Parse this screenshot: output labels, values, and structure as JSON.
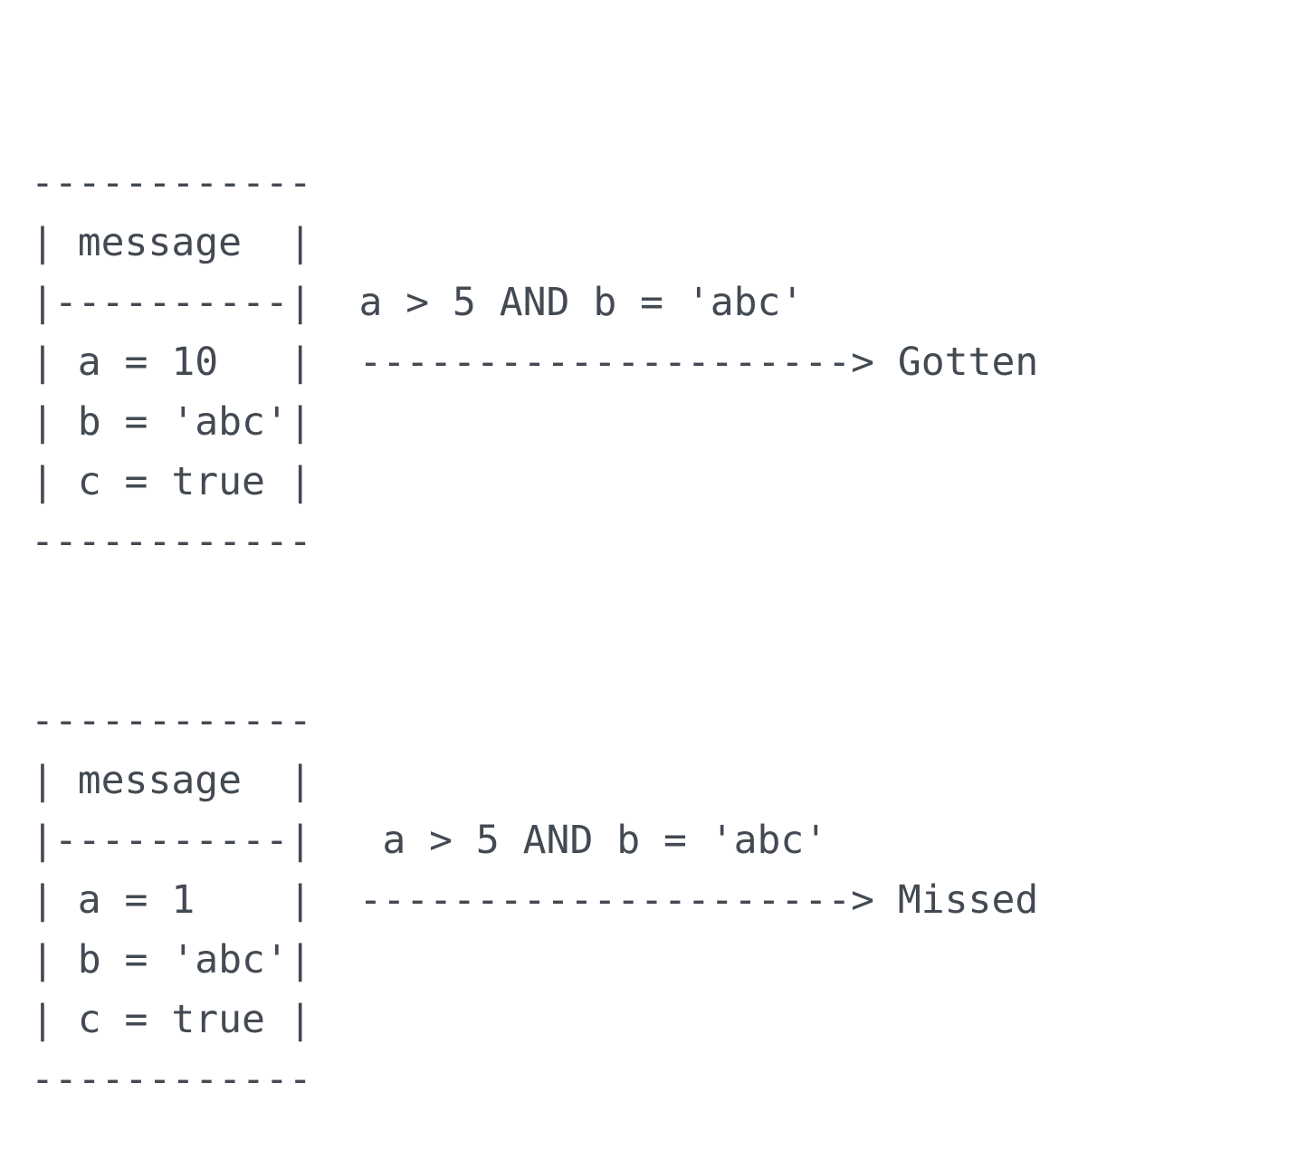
{
  "page": {
    "background_color": "#ffffff",
    "text_color": "#434a53"
  },
  "diagram": {
    "description": "ascii-art-message-selector-filtering",
    "blocks": [
      {
        "name": "message-block-matched",
        "box_lines": [
          "------------",
          "| message  |",
          "|----------|",
          "| a = 10   |",
          "| b = 'abc'|",
          "| c = true |",
          "------------"
        ],
        "message_fields": {
          "a": "10",
          "b": "'abc'",
          "c": "true"
        },
        "selector_row": 2,
        "selector_indent": 2,
        "selector": "a > 5 AND b = 'abc'",
        "arrow_row": 3,
        "arrow_indent": 2,
        "arrow": "--------------------->",
        "result_gap": 1,
        "result": "Gotten"
      },
      {
        "name": "message-block-missed",
        "box_lines": [
          "------------",
          "| message  |",
          "|----------|",
          "| a = 1    |",
          "| b = 'abc'|",
          "| c = true |",
          "------------"
        ],
        "message_fields": {
          "a": "1",
          "b": "'abc'",
          "c": "true"
        },
        "selector_row": 2,
        "selector_indent": 3,
        "selector": "a > 5 AND b = 'abc'",
        "arrow_row": 3,
        "arrow_indent": 2,
        "arrow": "--------------------->",
        "result_gap": 1,
        "result": "Missed"
      }
    ]
  }
}
